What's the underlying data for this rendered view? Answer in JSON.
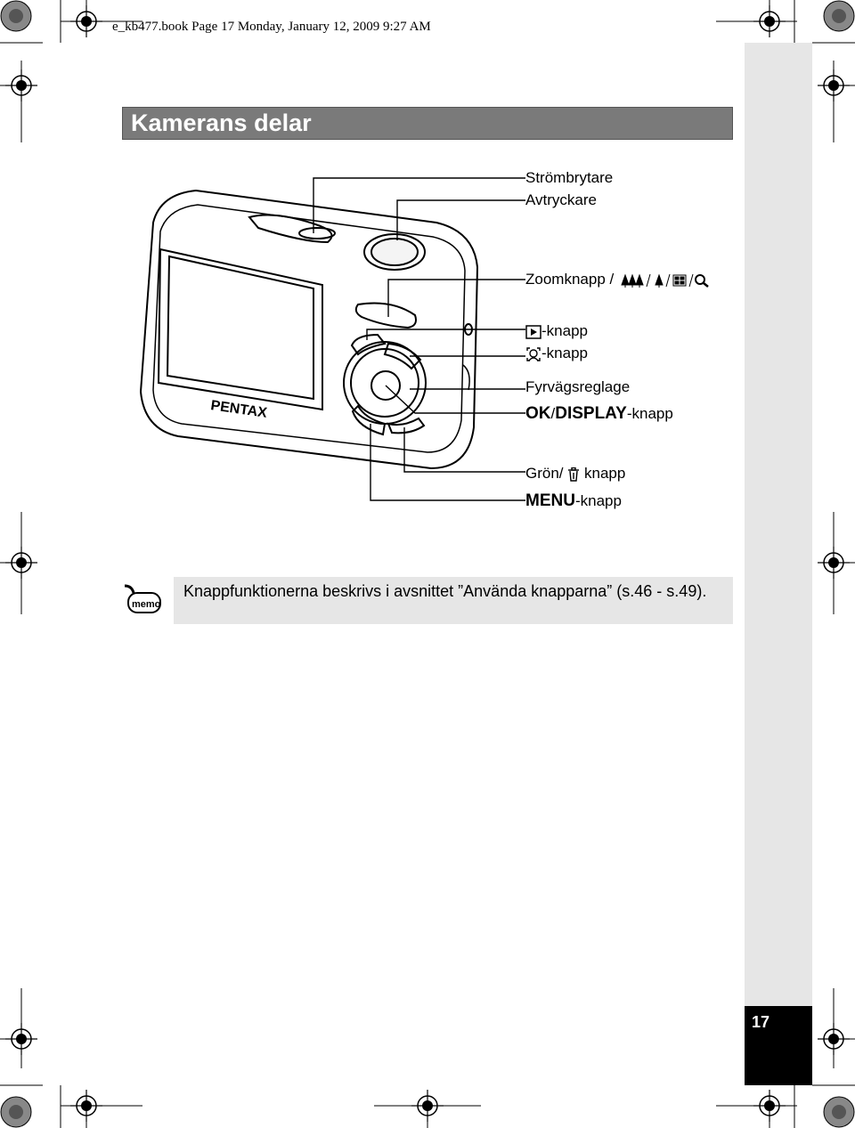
{
  "header": {
    "text": "e_kb477.book  Page 17  Monday, January 12, 2009  9:27 AM"
  },
  "section": {
    "title": "Kamerans delar"
  },
  "callouts": {
    "power_switch": "Strömbrytare",
    "shutter": "Avtryckare",
    "zoom_prefix": "Zoomknapp /",
    "playback_suffix": "-knapp",
    "face_suffix": "-knapp",
    "four_way": "Fyrvägsreglage",
    "ok": "OK",
    "display": "DISPLAY",
    "ok_suffix": "-knapp",
    "green_prefix": "Grön/",
    "green_suffix": "knapp",
    "menu": "MENU",
    "menu_suffix": "-knapp"
  },
  "memo": {
    "icon": "memo-icon",
    "text": "Knappfunktionerna beskrivs i avsnittet ”Använda knapparna” (s.46 - s.49)."
  },
  "camera": {
    "brand": "PENTAX"
  },
  "page_number": "17",
  "colors": {
    "title_bar": "#7a7a7a",
    "side_tab": "#e6e6e6",
    "page_box": "#000000"
  }
}
